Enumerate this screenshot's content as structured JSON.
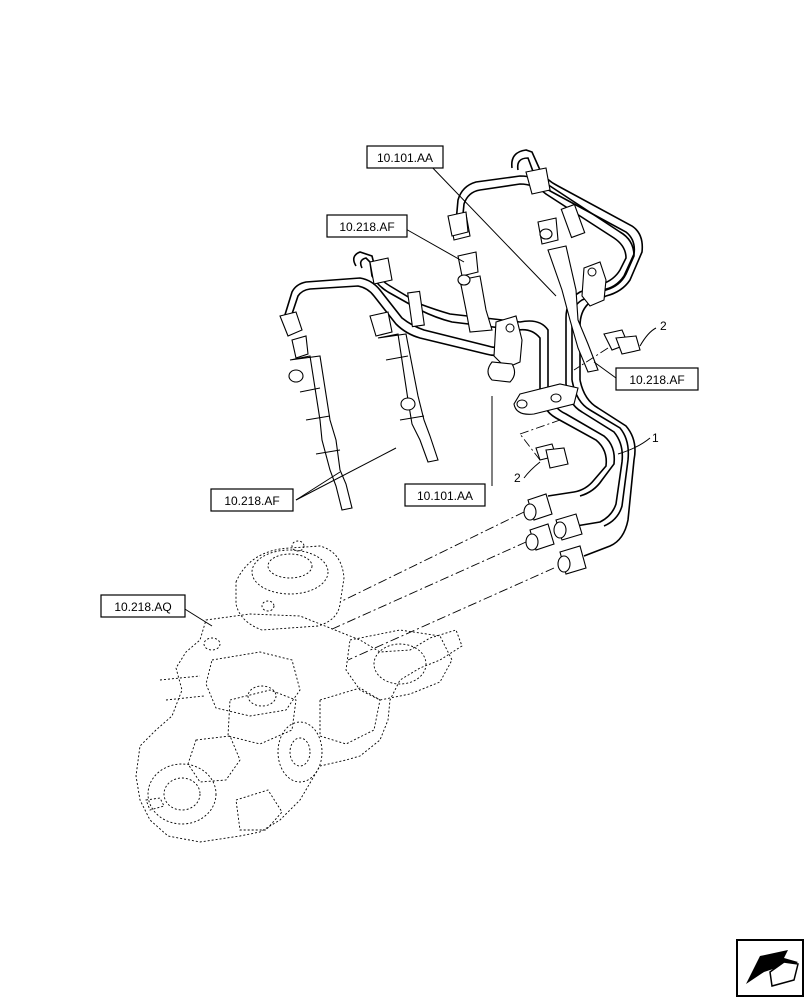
{
  "diagram": {
    "references": [
      {
        "id": "ref-top",
        "label": "10.101.AA"
      },
      {
        "id": "ref-injector-top",
        "label": "10.218.AF"
      },
      {
        "id": "ref-injector-right",
        "label": "10.218.AF"
      },
      {
        "id": "ref-injector-bottom",
        "label": "10.218.AF"
      },
      {
        "id": "ref-bracket-bottom",
        "label": "10.101.AA"
      },
      {
        "id": "ref-pump",
        "label": "10.218.AQ"
      }
    ],
    "items": [
      {
        "id": "item-1",
        "number": "1"
      },
      {
        "id": "item-2-upper",
        "number": "2"
      },
      {
        "id": "item-2-lower",
        "number": "2"
      }
    ],
    "nav_icon": "page-forward-arrow-icon"
  }
}
